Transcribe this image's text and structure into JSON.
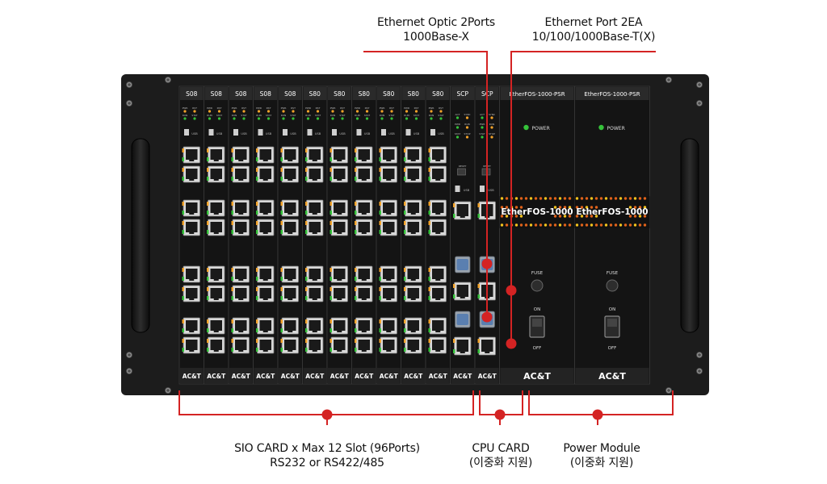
{
  "callouts": {
    "optic_line1": "Ethernet Optic 2Ports",
    "optic_line2": "1000Base-X",
    "port_line1": "Ethernet Port 2EA",
    "port_line2": "10/100/1000Base-T(X)",
    "sio_line1": "SIO CARD x Max 12 Slot (96Ports)",
    "sio_line2": "RS232 or RS422/485",
    "cpu_line1": "CPU CARD",
    "cpu_line2": "(이중화 지원)",
    "power_line1": "Power Module",
    "power_line2": "(이중화 지원)"
  },
  "chassis": {
    "slot_labels": [
      "S08",
      "S08",
      "S08",
      "S08",
      "S08",
      "S80",
      "S80",
      "S80",
      "S80",
      "S80",
      "S80",
      "SCP",
      "SCP",
      "EtherFOS-1000-PSR",
      "EtherFOS-1000-PSR"
    ],
    "led_labels_sio": [
      "PWR",
      "RST",
      "RUN",
      "STAT"
    ],
    "led_labels_cpu": [
      "ACT",
      "SYNC",
      "PWR",
      "RUN",
      "STAT",
      "STOP"
    ],
    "usb_label": "USB",
    "reset_label": "RESET",
    "brand": "AC&T",
    "power": {
      "power_label": "POWER",
      "fuse_label": "FUSE",
      "on_label": "ON",
      "off_label": "OFF",
      "product_name": "EtherFOS-1000"
    }
  },
  "colors": {
    "callout_red": "#d42323",
    "chassis_black": "#1c1c1c",
    "led_green": "#35c23a",
    "led_orange": "#f3a32a",
    "banner_dot_orange": "#e0621a",
    "banner_dot_yellow": "#f2c21c"
  }
}
